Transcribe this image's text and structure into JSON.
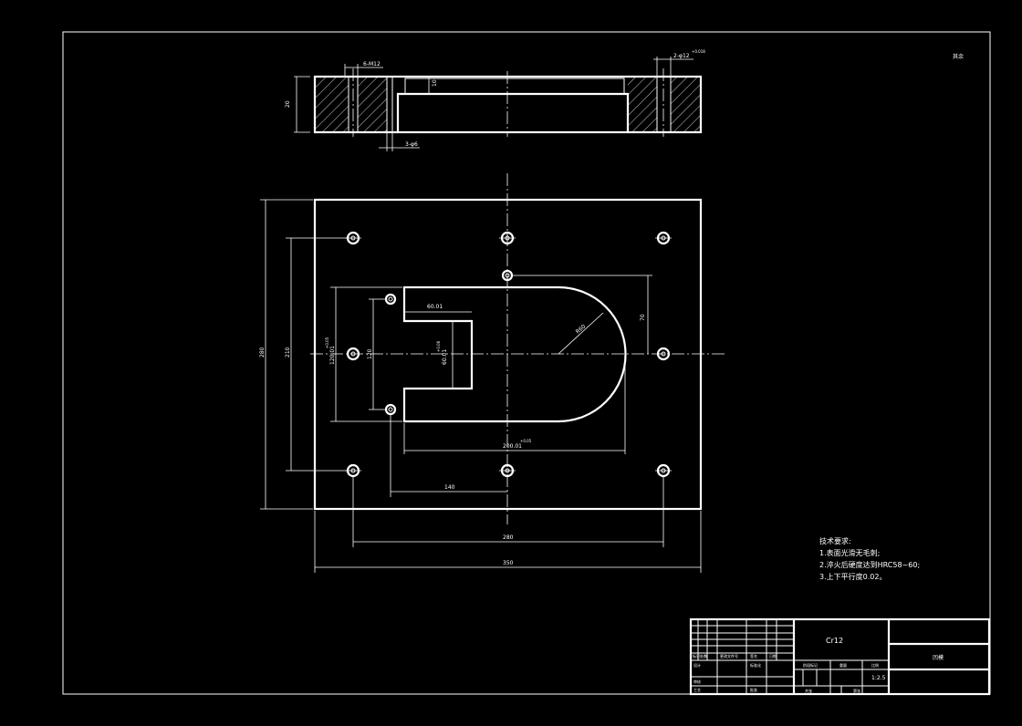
{
  "corner_note": "其余",
  "top_view": {
    "dim_holes_left": "6-M12",
    "dim_holes_right": "2-φ12",
    "dim_holes_right_tol": "+0.018",
    "dim_thickness": "20",
    "dim_step": "10",
    "dim_bottom": "3-φ6"
  },
  "plan_view": {
    "dim_width_outer": "350",
    "dim_width_holes": "280",
    "dim_height_outer": "280",
    "dim_height_holes": "210",
    "dim_slot_width": "60.01",
    "dim_slot_depth": "60.01",
    "dim_slot_depth_tol": "+0.06",
    "dim_cavity_height": "120.01",
    "dim_cavity_height_tol": "+0.05",
    "dim_pin_spacing": "120",
    "dim_radius": "R60",
    "dim_right_hole": "70",
    "dim_cavity_length": "200.01",
    "dim_cavity_length_tol": "+0.05",
    "dim_offset": "140"
  },
  "technical_requirements": {
    "title": "技术要求:",
    "items": [
      "1.表面光滑无毛刺;",
      "2.淬火后硬度达到HRC58~60;",
      "3.上下平行度0.02。"
    ]
  },
  "title_block": {
    "material": "Cr12",
    "part_name": "凹模",
    "scale": "1:2.5",
    "labels": {
      "mark": "标记",
      "count": "处数",
      "doc_no": "更改文件号",
      "sign": "签名",
      "date": "日期",
      "design": "设计",
      "standard": "标准化",
      "stage_mark": "阶段标记",
      "weight": "重量",
      "ratio": "比例",
      "review": "审核",
      "process": "工艺",
      "approve": "批准",
      "sheets_total": "共张",
      "sheet_no": "第张"
    }
  }
}
